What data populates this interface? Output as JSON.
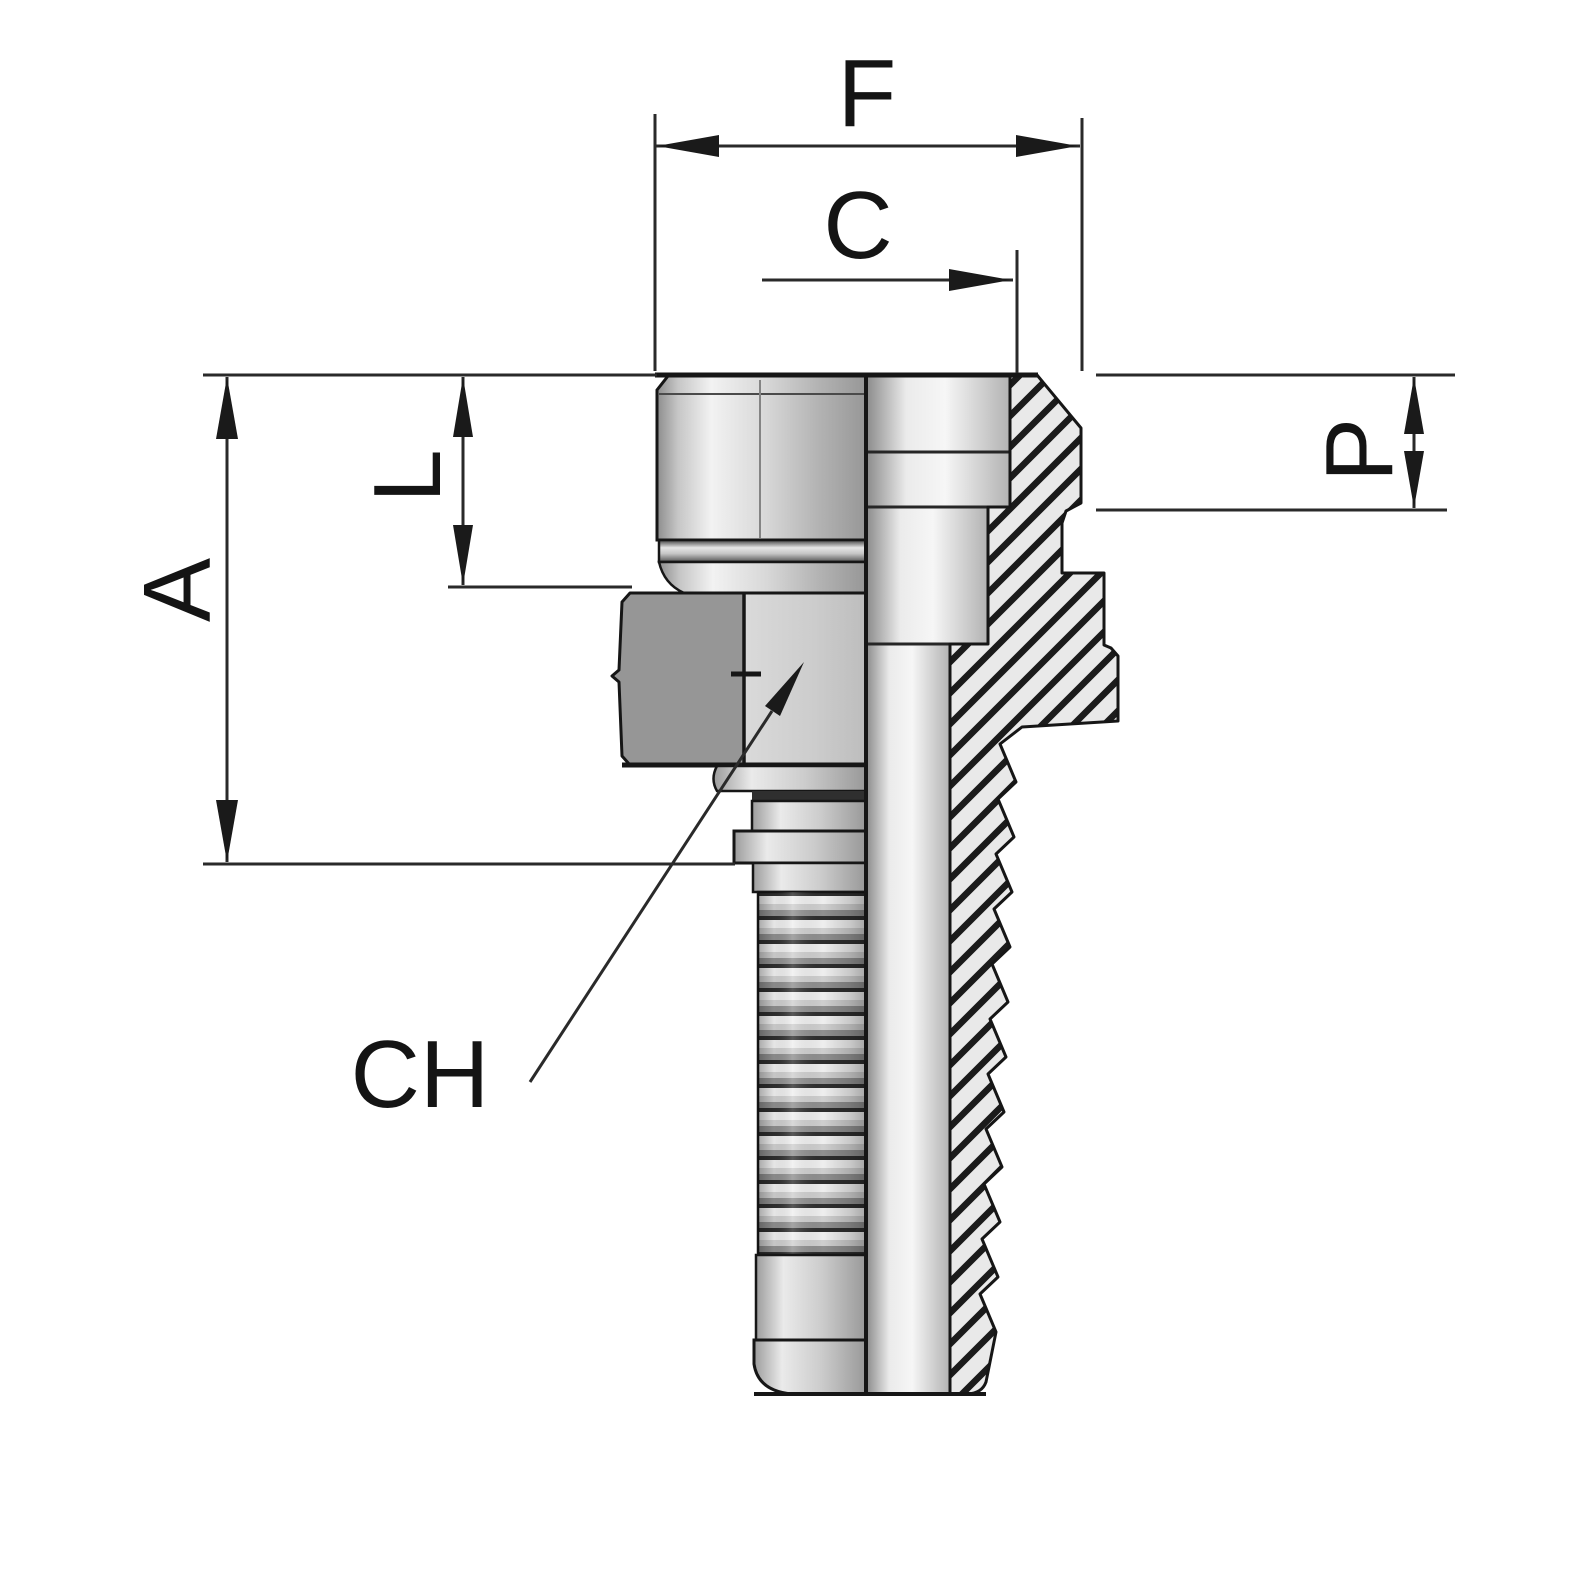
{
  "dimensions": {
    "f": {
      "label": "F"
    },
    "c": {
      "label": "C"
    },
    "a": {
      "label": "A"
    },
    "l": {
      "label": "L"
    },
    "p": {
      "label": "P"
    },
    "ch": {
      "label": "CH"
    }
  },
  "colors": {
    "background": "#ffffff",
    "outline": "#161616",
    "dimension_line": "#2a2a2a",
    "hatch_fill": "#e9e9e9",
    "hex_dark_facet": "#969696",
    "hex_light_facet": "#cdcdcd",
    "metal_highlight": "#f2f2f2",
    "metal_shadow": "#8f8f8f"
  }
}
